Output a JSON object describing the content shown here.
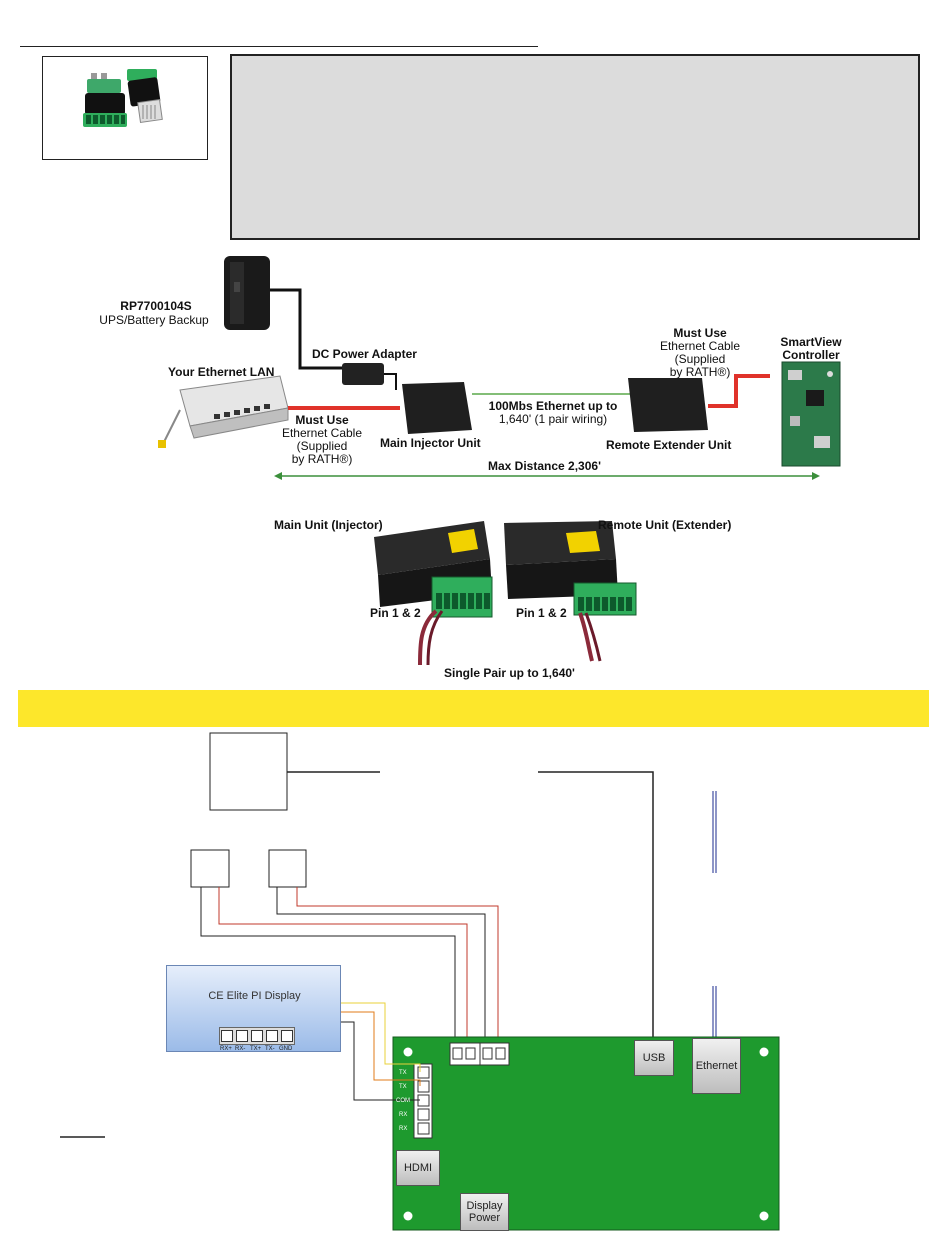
{
  "top_photo": {
    "ups_label_1": "RP7700104S",
    "ups_label_2": "UPS/Battery Backup",
    "dc_power_adapter": "DC Power Adapter",
    "your_ethernet_lan": "Your Ethernet LAN",
    "must_use_left_1": "Must Use",
    "must_use_left_2": "Ethernet Cable",
    "must_use_left_3": "(Supplied",
    "must_use_left_4": "by RATH®)",
    "main_injector_unit": "Main Injector Unit",
    "ethernet_link_1": "100Mbs Ethernet up to",
    "ethernet_link_2": "1,640' (1 pair wiring)",
    "remote_extender_unit": "Remote Extender Unit",
    "must_use_right_1": "Must Use",
    "must_use_right_2": "Ethernet Cable",
    "must_use_right_3": "(Supplied",
    "must_use_right_4": "by RATH®)",
    "smartview_1": "SmartView",
    "smartview_2": "Controller",
    "max_distance": "Max Distance 2,306'"
  },
  "units_photo": {
    "main_unit": "Main Unit (Injector)",
    "remote_unit": "Remote Unit (Extender)",
    "pin_left": "Pin 1 & 2",
    "pin_right": "Pin 1 & 2",
    "single_pair": "Single Pair up to 1,640'"
  },
  "wiring": {
    "display_title": "CE Elite PI Display",
    "display_pins": [
      "RX+",
      "RX-",
      "TX+",
      "TX-",
      "GND"
    ],
    "pcb_pins": [
      "TX",
      "TX",
      "COM",
      "RX",
      "RX"
    ],
    "usb": "USB",
    "ethernet": "Ethernet",
    "hdmi": "HDMI",
    "display_power_1": "Display",
    "display_power_2": "Power"
  },
  "colors": {
    "yellow_band": "#fde72b",
    "pcb_green": "#1e9a2e",
    "wire_red": "#c0392b",
    "wire_orange": "#e07b1a",
    "wire_yellow": "#e8d23a",
    "wire_blue": "#1b2b8f"
  }
}
